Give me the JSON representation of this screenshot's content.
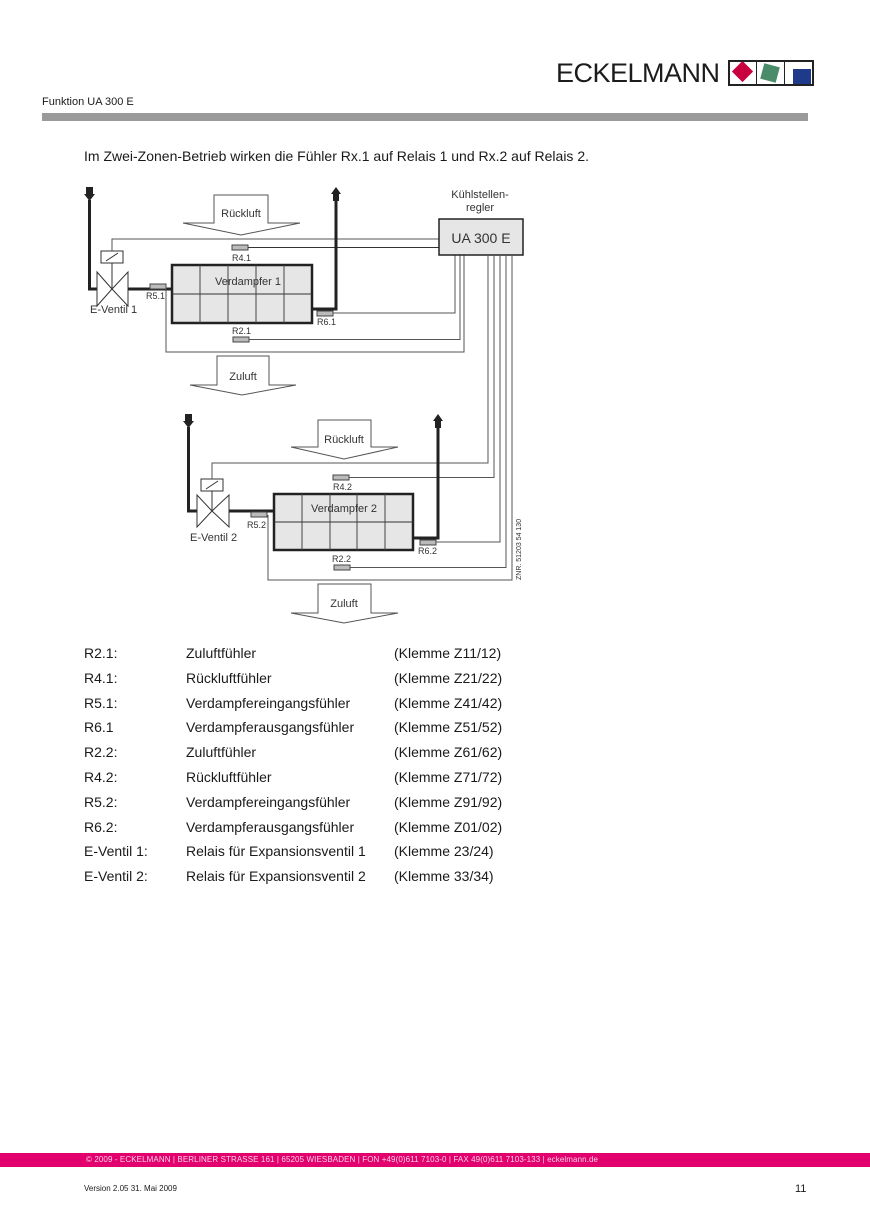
{
  "logo": {
    "brand": "ECKELMANN",
    "colors": {
      "red": "#c8003f",
      "green": "#4a8c6a",
      "blue": "#1e3a8a"
    }
  },
  "header": {
    "title": "Funktion UA 300 E"
  },
  "intro": "Im Zwei-Zonen-Betrieb wirken die Fühler Rx.1 auf Relais 1 und Rx.2 auf Relais 2.",
  "diagram": {
    "controller_caption_1": "Kühlstellen-",
    "controller_caption_2": "regler",
    "controller_label": "UA 300 E",
    "zone1": {
      "return_air": "Rückluft",
      "supply_air": "Zuluft",
      "evaporator": "Verdampfer 1",
      "valve": "E-Ventil 1",
      "sensors": {
        "r4": "R4.1",
        "r5": "R5.1",
        "r6": "R6.1",
        "r2": "R2.1"
      }
    },
    "zone2": {
      "return_air": "Rückluft",
      "supply_air": "Zuluft",
      "evaporator": "Verdampfer 2",
      "valve": "E-Ventil 2",
      "sensors": {
        "r4": "R4.2",
        "r5": "R5.2",
        "r6": "R6.2",
        "r2": "R2.2"
      }
    },
    "drawing_number": "ZNR. 51203 54 130"
  },
  "legend": [
    {
      "code": "R2.1:",
      "description": "Zuluftfühler",
      "terminal": "(Klemme Z11/12)"
    },
    {
      "code": "R4.1:",
      "description": "Rückluftfühler",
      "terminal": "(Klemme Z21/22)"
    },
    {
      "code": "R5.1:",
      "description": "Verdampfereingangsfühler",
      "terminal": "(Klemme Z41/42)"
    },
    {
      "code": "R6.1",
      "description": "Verdampferausgangsfühler",
      "terminal": "(Klemme Z51/52)"
    },
    {
      "code": "R2.2:",
      "description": "Zuluftfühler",
      "terminal": "(Klemme Z61/62)"
    },
    {
      "code": "R4.2:",
      "description": "Rückluftfühler",
      "terminal": "(Klemme Z71/72)"
    },
    {
      "code": "R5.2:",
      "description": "Verdampfereingangsfühler",
      "terminal": "(Klemme Z91/92)"
    },
    {
      "code": "R6.2:",
      "description": "Verdampferausgangsfühler",
      "terminal": "(Klemme Z01/02)"
    },
    {
      "code": "E-Ventil 1:",
      "description": "Relais für Expansionsventil 1",
      "terminal": "(Klemme 23/24)"
    },
    {
      "code": "E-Ventil 2:",
      "description": "Relais für Expansionsventil 2",
      "terminal": "(Klemme 33/34)"
    }
  ],
  "footer": {
    "address": "© 2009 - ECKELMANN | BERLINER STRASSE 161 | 65205 WIESBADEN | FON +49(0)611 7103-0 | FAX 49(0)611 7103-133 | eckelmann.de",
    "version": "Version 2.05   31. Mai 2009",
    "page_number": "11",
    "accent": "#e2006f"
  }
}
